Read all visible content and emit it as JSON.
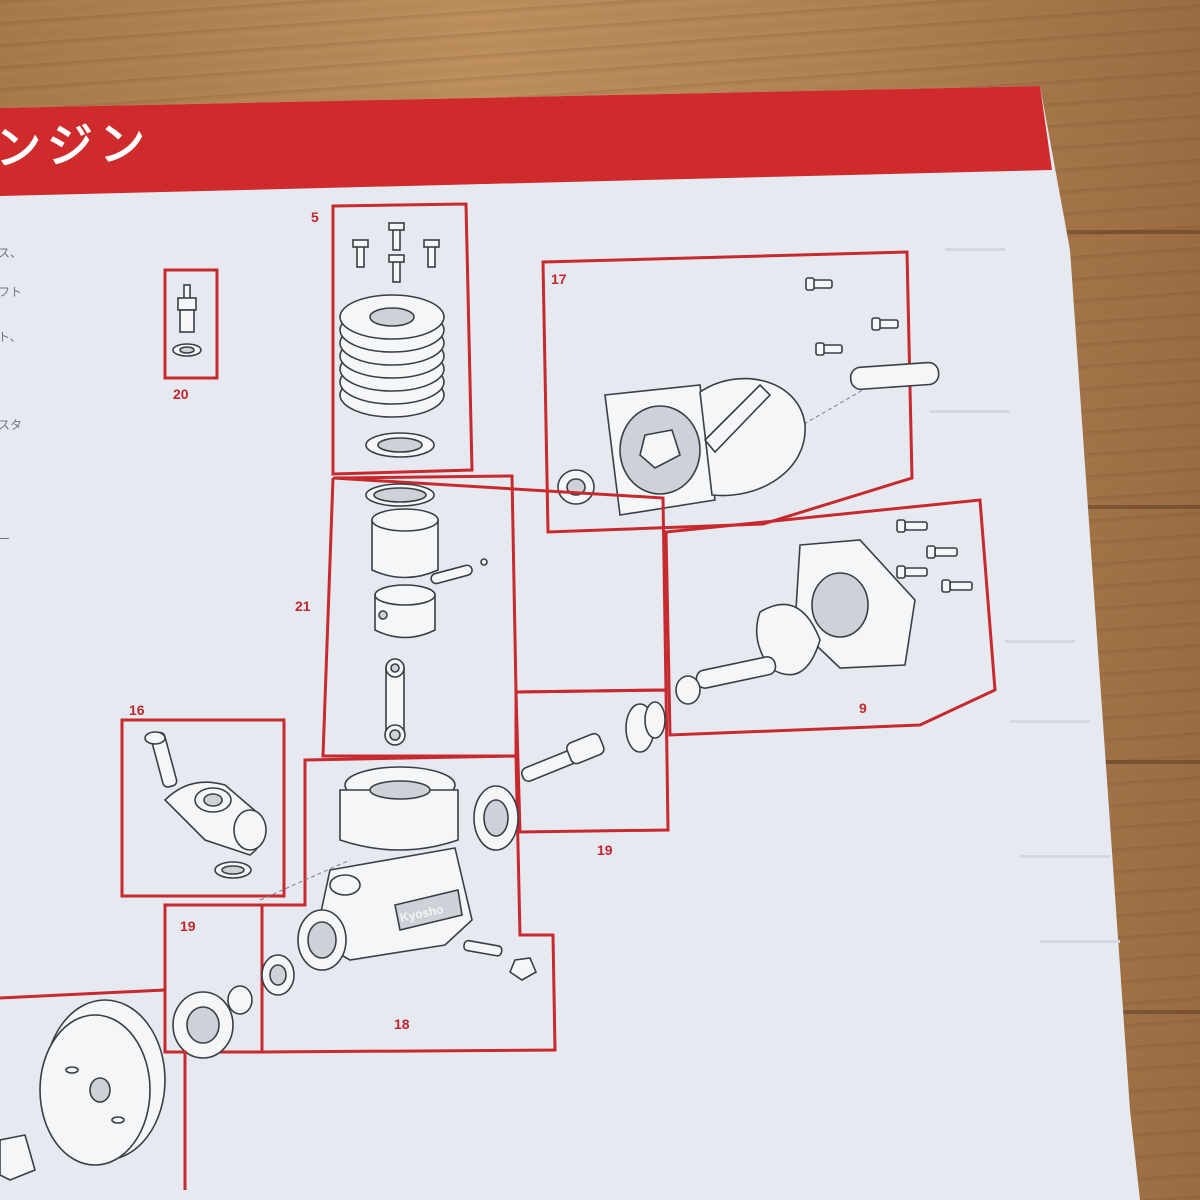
{
  "header": {
    "title": "ンジン"
  },
  "left_notes": [
    "ス、",
    "フト",
    "ト、",
    "スタ",
    "ー"
  ],
  "callouts": {
    "c5": "5",
    "c20": "20",
    "c17": "17",
    "c21": "21",
    "c9": "9",
    "c16": "16",
    "c19_right": "19",
    "c19_left": "19",
    "c18": "18"
  },
  "crankcase_brand": "Kyosho",
  "colors": {
    "accent": "#cf2a2c",
    "frame": "#c62a2f",
    "paper": "#e6eaf0"
  }
}
